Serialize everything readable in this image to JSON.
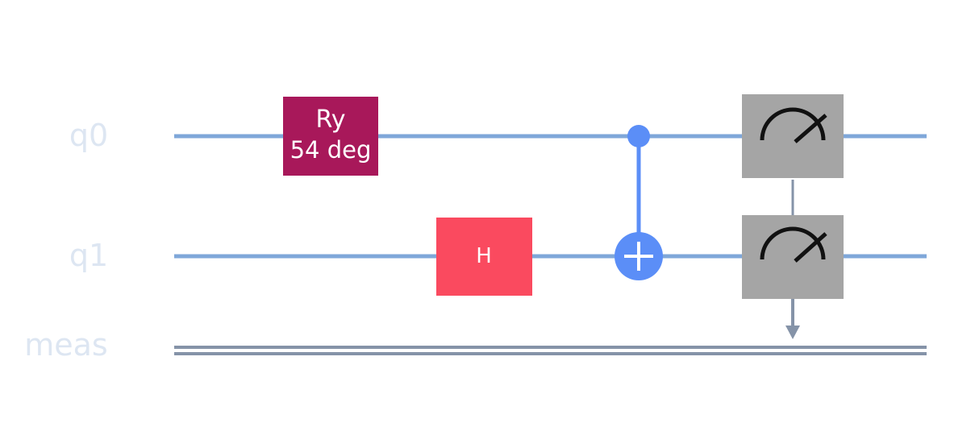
{
  "wires": {
    "q0": {
      "label": "q0"
    },
    "q1": {
      "label": "q1"
    },
    "meas": {
      "label": "meas"
    }
  },
  "gates": {
    "ry": {
      "name": "Ry",
      "param": "54 deg"
    },
    "h": {
      "name": "H"
    },
    "cx": {
      "control": "q0",
      "target": "q1"
    },
    "measure_q0": {
      "source": "q0",
      "target": "meas"
    },
    "measure_q1": {
      "source": "q1",
      "target": "meas"
    }
  },
  "colors": {
    "quantum_wire": "#7fa7d9",
    "classical_wire": "#8593a8",
    "wire_label": "#dde6f2",
    "ry_gate": "#a8185a",
    "h_gate": "#fa4a5f",
    "cx_gate": "#5b8ef7",
    "measure_box": "#a5a5a5",
    "meter_ink": "#111111",
    "gate_text": "#ffffff"
  },
  "icons": {
    "measure": "meter-icon",
    "cx_target": "plus-target-icon",
    "classical_arrow": "arrow-down-icon"
  }
}
